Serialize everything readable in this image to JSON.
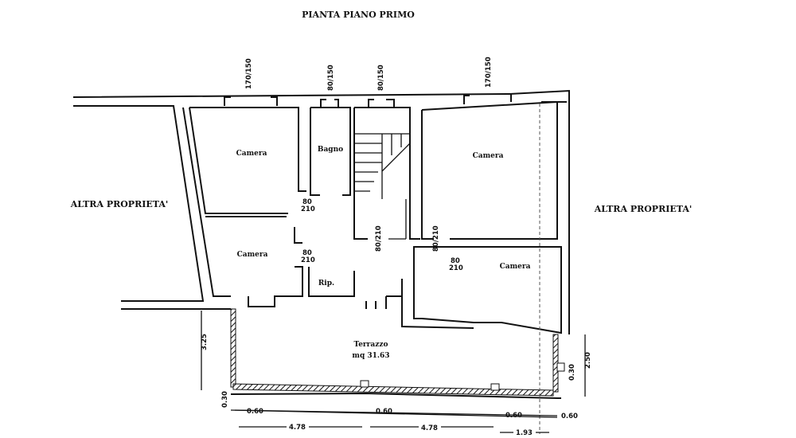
{
  "title": "PIANTA PIANO PRIMO",
  "neighbors": {
    "left": "ALTRA PROPRIETA'",
    "right": "ALTRA PROPRIETA'"
  },
  "rooms": {
    "camera_top_left": "Camera",
    "bagno": "Bagno",
    "camera_top_right": "Camera",
    "camera_bottom_left": "Camera",
    "ripostiglio": "Rip.",
    "camera_bottom_right": "Camera",
    "terrazzo": "Terrazzo",
    "terrazzo_area": "mq 31.63"
  },
  "windows": [
    {
      "w": "170",
      "h": "150"
    },
    {
      "w": "80",
      "h": "150"
    },
    {
      "w": "80",
      "h": "150"
    },
    {
      "w": "170",
      "h": "150"
    }
  ],
  "doors": [
    {
      "w": "80",
      "h": "210"
    },
    {
      "w": "80",
      "h": "210"
    },
    {
      "w": "80",
      "h": "210"
    },
    {
      "w": "80",
      "h": "210"
    },
    {
      "w": "80",
      "h": "210"
    }
  ],
  "dimensions": {
    "left_height": "3.25",
    "parapet_left": "0.30",
    "right_height": "2.50",
    "parapet_right": "0.30",
    "col1": "0.60",
    "col2": "0.60",
    "col3": "0.60",
    "col4": "0.60",
    "span1": "4.78",
    "span2": "4.78",
    "span3": "1.93"
  }
}
